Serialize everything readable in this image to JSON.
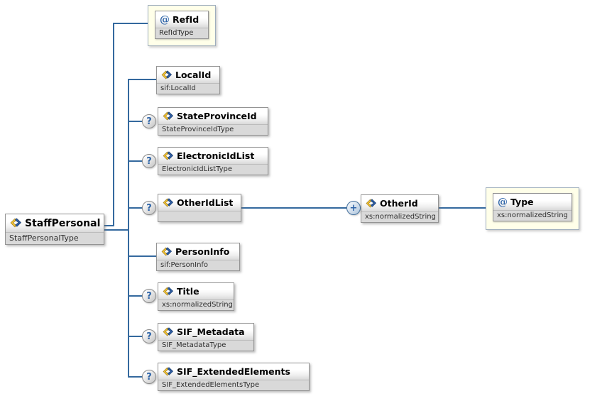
{
  "diagram": {
    "markers": {
      "attribute": "@",
      "optional": "?",
      "repeating": "+"
    },
    "colors": {
      "connector": "#34699E",
      "attribute_box_background": "#FFFFE9",
      "marker_blue": "#2E64A8",
      "node_type_row_background": "#D9D9D9",
      "element_icon_blue": "#2B5CA4",
      "element_icon_yellow": "#F2C231"
    },
    "icons": {
      "element": "blue-yellow-diamond",
      "attribute": "at-sign",
      "optional_occurrence": "question-circle",
      "repeating_occurrence": "plus-circle"
    },
    "nodes": {
      "staff_personal": {
        "name": "StaffPersonal",
        "type": "StaffPersonalType"
      },
      "ref_id": {
        "name": "RefId",
        "type": "RefIdType"
      },
      "local_id": {
        "name": "LocalId",
        "type": "sif:LocalId"
      },
      "state_province_id": {
        "name": "StateProvinceId",
        "type": "StateProvinceIdType"
      },
      "electronic_id_list": {
        "name": "ElectronicIdList",
        "type": "ElectronicIdListType"
      },
      "other_id_list": {
        "name": "OtherIdList",
        "type": ""
      },
      "other_id": {
        "name": "OtherId",
        "type": "xs:normalizedString"
      },
      "type_attribute": {
        "name": "Type",
        "type": "xs:normalizedString"
      },
      "person_info": {
        "name": "PersonInfo",
        "type": "sif:PersonInfo"
      },
      "title": {
        "name": "Title",
        "type": "xs:normalizedString"
      },
      "sif_metadata": {
        "name": "SIF_Metadata",
        "type": "SIF_MetadataType"
      },
      "sif_extended_elements": {
        "name": "SIF_ExtendedElements",
        "type": "SIF_ExtendedElementsType"
      }
    }
  }
}
